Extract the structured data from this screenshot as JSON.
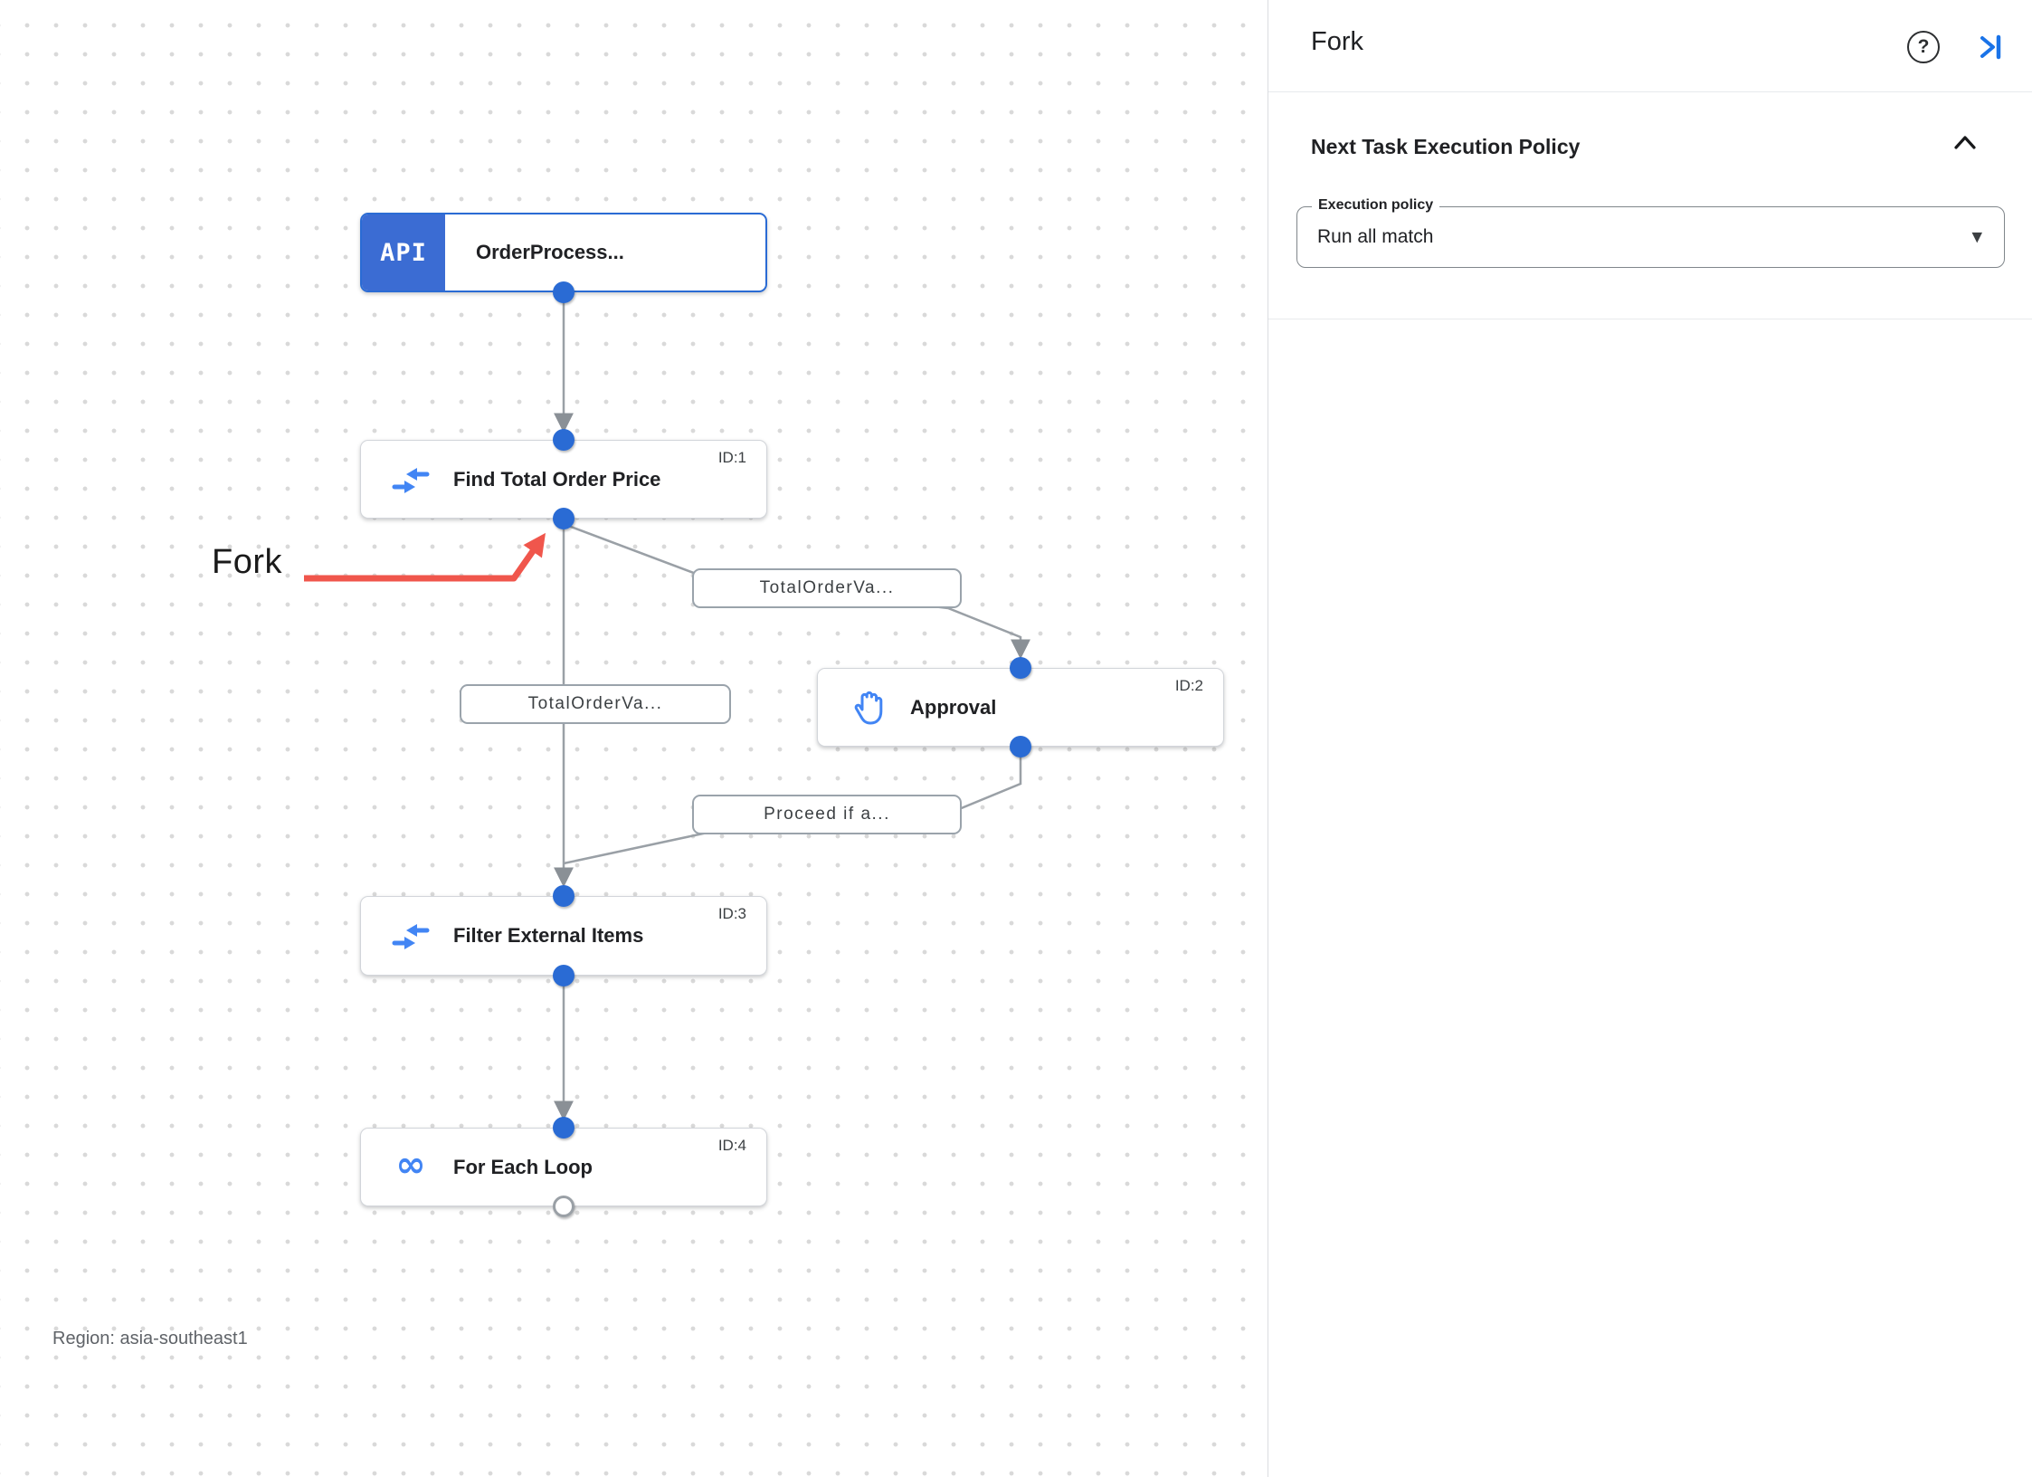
{
  "canvas": {
    "region_label": "Region: asia-southeast1",
    "annotation": {
      "label": "Fork"
    },
    "nodes": [
      {
        "type": "api-trigger",
        "badge": "API",
        "title": "OrderProcess...",
        "id_label": ""
      },
      {
        "type": "data-mapping",
        "title": "Find Total Order Price",
        "id_label": "ID:1"
      },
      {
        "type": "approval",
        "title": "Approval",
        "id_label": "ID:2"
      },
      {
        "type": "data-mapping",
        "title": "Filter External Items",
        "id_label": "ID:3"
      },
      {
        "type": "for-each-loop",
        "title": "For Each Loop",
        "id_label": "ID:4"
      }
    ],
    "edge_labels": [
      {
        "text": "TotalOrderVa..."
      },
      {
        "text": "TotalOrderVa..."
      },
      {
        "text": "Proceed if a..."
      }
    ]
  },
  "panel": {
    "title": "Fork",
    "section": {
      "heading": "Next Task Execution Policy",
      "field": {
        "label": "Execution policy",
        "value": "Run all match"
      }
    }
  },
  "glyphs": {
    "help": "?",
    "caret_down": "▼",
    "loop": "∞"
  },
  "colors": {
    "accent_blue": "#1a73e8",
    "badge_blue": "#3b6cd3",
    "icon_blue": "#4285f4",
    "dot_blue": "#2a6bd4",
    "connector_gray": "#9aa0a6",
    "annotation_red": "#f0564c"
  }
}
